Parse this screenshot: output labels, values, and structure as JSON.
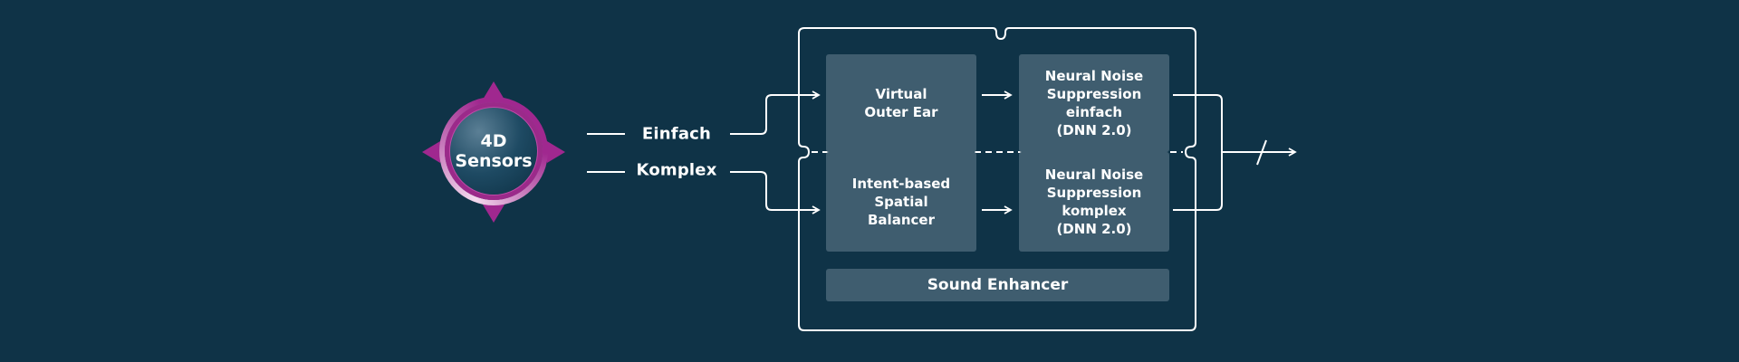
{
  "sensor": {
    "label": "4D\nSensors"
  },
  "inputs": {
    "simple": "Einfach",
    "complex": "Komplex"
  },
  "blocks": {
    "virtual_outer_ear": "Virtual\nOuter Ear",
    "spatial_balancer": "Intent-based\nSpatial\nBalancer",
    "nns_simple": "Neural Noise\nSuppression\neinfach\n(DNN 2.0)",
    "nns_complex": "Neural Noise\nSuppression\nkomplex\n(DNN 2.0)",
    "sound_enhancer": "Sound Enhancer"
  },
  "colors": {
    "background": "#0f3347",
    "block": "#3f5d6f",
    "accent_magenta": "#a0288f",
    "line": "#ffffff"
  }
}
